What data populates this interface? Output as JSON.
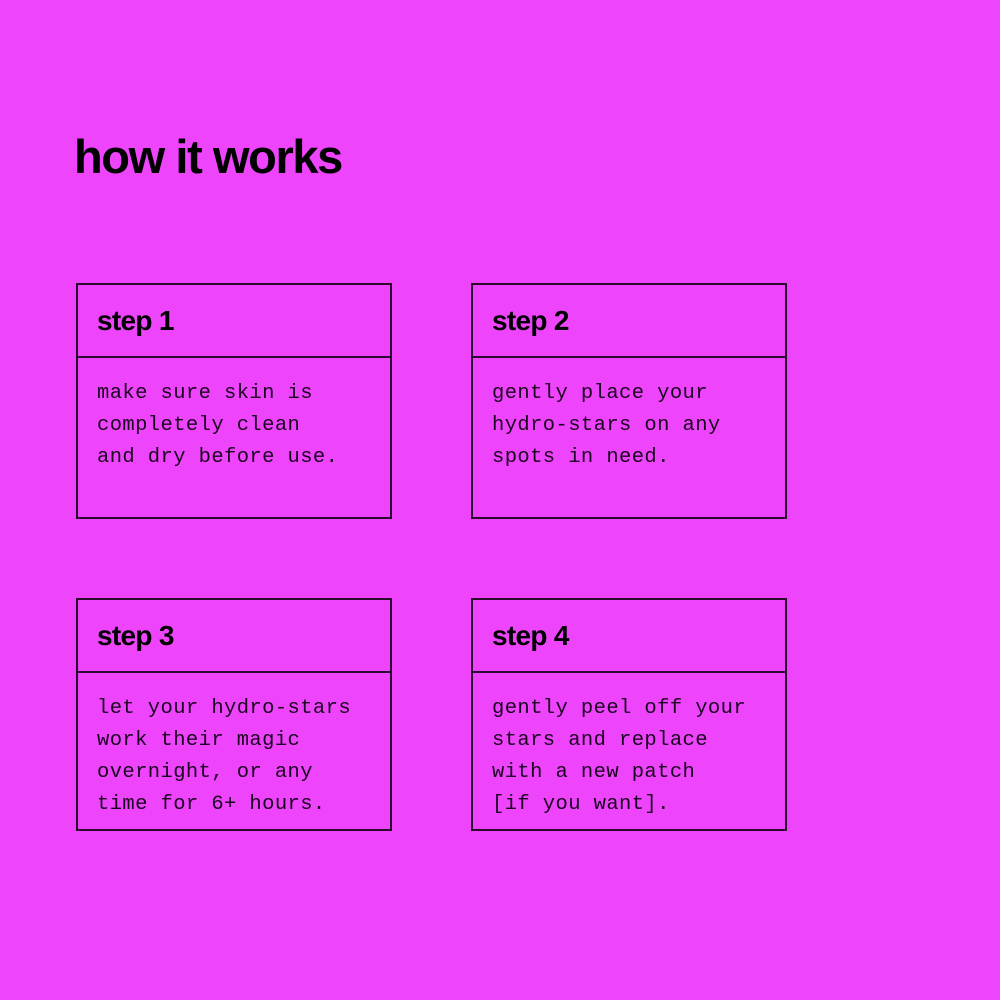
{
  "page": {
    "title": "how it works",
    "background_color": "#ee44fb",
    "ink_color": "#000000",
    "border_color": "#2a0b2e"
  },
  "steps": [
    {
      "label": "step 1",
      "body": "make sure skin is\ncompletely clean\nand dry before use."
    },
    {
      "label": "step 2",
      "body": "gently place your\nhydro-stars on any\nspots in need."
    },
    {
      "label": "step 3",
      "body": "let your hydro-stars\nwork their magic\novernight, or any\ntime for 6+ hours."
    },
    {
      "label": "step 4",
      "body": "gently peel off your\nstars and replace\nwith a new patch\n[if you want]."
    }
  ]
}
